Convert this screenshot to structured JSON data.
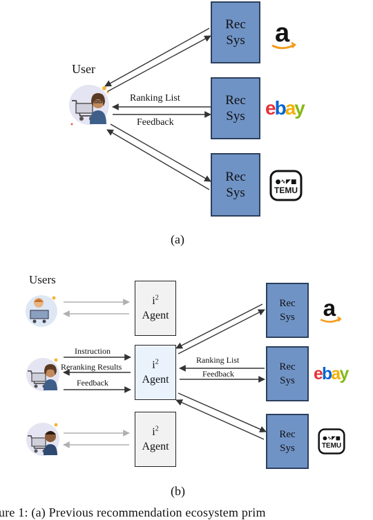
{
  "colors": {
    "recsys_fill": "#7093c6",
    "recsys_border": "#2b3f5c",
    "agent_fill": "#f2f2f2",
    "agent_highlight": "#eaf2fb",
    "arrow": "#333333",
    "arrow_faded": "#b0b0b0"
  },
  "panel_a": {
    "user_label": "User",
    "recsys_label_line1": "Rec",
    "recsys_label_line2": "Sys",
    "ranking_list_label": "Ranking List",
    "feedback_label": "Feedback",
    "caption": "(a)"
  },
  "panel_b": {
    "users_label": "Users",
    "agent_name": "i",
    "agent_superscript": "2",
    "agent_word": "Agent",
    "recsys_label_line1": "Rec",
    "recsys_label_line2": "Sys",
    "instruction_label": "Instruction",
    "reranking_results_label": "Reranking Results",
    "feedback_left_label": "Feedback",
    "ranking_list_label": "Ranking List",
    "feedback_right_label": "Feedback",
    "caption": "(b)"
  },
  "logos": {
    "amazon": "amazon-logo",
    "ebay": "ebay-logo",
    "temu": "temu-logo"
  },
  "figure_caption": "ure 1:  (a) Previous recommendation ecosystem prim"
}
